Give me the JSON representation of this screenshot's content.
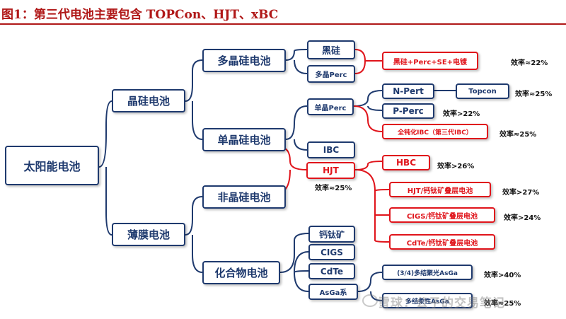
{
  "title": "图1：第三代电池主要包含 TOPCon、HJT、xBC",
  "nodes": {
    "root": "太阳能电池",
    "crystalline": "晶硅电池",
    "thinfilm": "薄膜电池",
    "multi": "多晶硅电池",
    "mono": "单晶硅电池",
    "amorphous": "非晶硅电池",
    "compound": "化合物电池",
    "black_si": "黑硅",
    "multi_perc": "多晶Perc",
    "black_si_route": "黑硅+Perc+SE+电镀",
    "mono_perc": "单晶Perc",
    "ibc": "IBC",
    "hjt": "HJT",
    "npert": "N-Pert",
    "topcon": "Topcon",
    "pperc": "P-Perc",
    "full_pass_ibc": "全钝化IBC（第三代IBC）",
    "hbc": "HBC",
    "hjt_tandem": "HJT/钙钛矿叠层电池",
    "cigs_tandem": "CIGS/钙钛矿叠层电池",
    "cdte_tandem": "CdTe/钙钛矿叠层电池",
    "perovskite": "钙钛矿",
    "cigs": "CIGS",
    "cdte": "CdTe",
    "asga": "AsGa系",
    "asga_34": "(3/4)多结聚光AsGa",
    "asga_multi": "多结柔性AsGa"
  },
  "efficiency": {
    "black_si_route": "效率≈22%",
    "topcon": "效率≈25%",
    "pperc": "效率>22%",
    "full_pass_ibc": "效率≈25%",
    "hjt": "效率≈25%",
    "hbc": "效率>26%",
    "hjt_tandem": "效率>27%",
    "cigs_tandem": "效率>24%",
    "asga_34": "效率>40%",
    "asga_multi": "效率≈25%"
  },
  "watermark": "雪球：公子的交易笔记",
  "colors": {
    "navy": "#1f3a6e",
    "red": "#e0141b",
    "title_red": "#b01818"
  }
}
